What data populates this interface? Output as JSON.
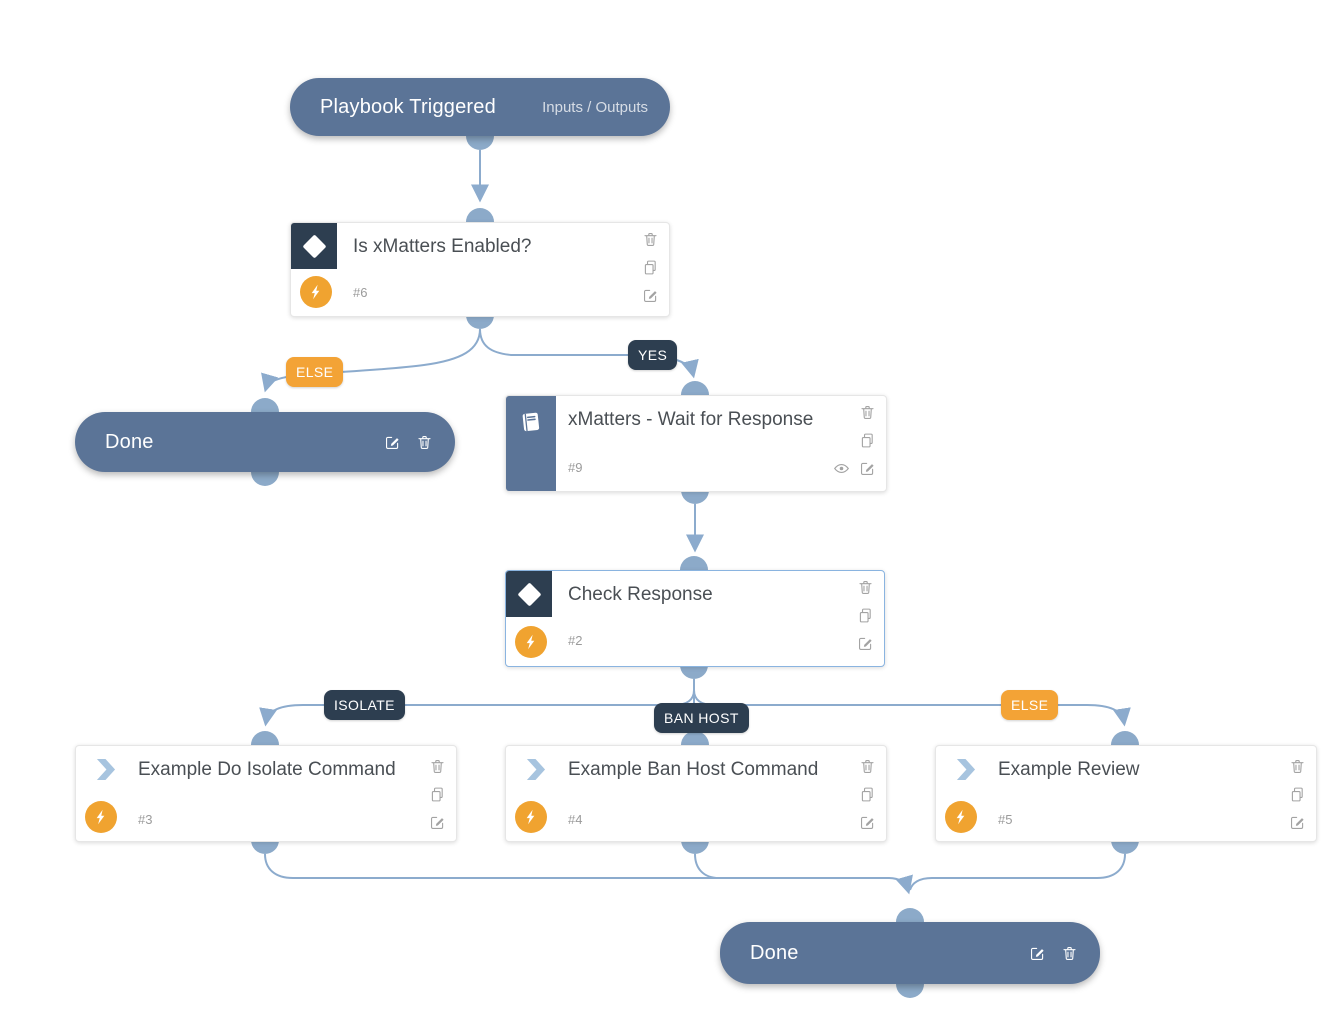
{
  "nodes": {
    "start": {
      "title": "Playbook Triggered",
      "right_label": "Inputs / Outputs"
    },
    "is_xmatters_enabled": {
      "title": "Is xMatters Enabled?",
      "id": "#6",
      "type": "decision"
    },
    "done_top": {
      "title": "Done"
    },
    "wait_for_response": {
      "title": "xMatters - Wait for Response",
      "id": "#9",
      "type": "playbook"
    },
    "check_response": {
      "title": "Check Response",
      "id": "#2",
      "type": "decision"
    },
    "do_isolate": {
      "title": "Example Do Isolate Command",
      "id": "#3",
      "type": "action"
    },
    "ban_host_cmd": {
      "title": "Example Ban Host Command",
      "id": "#4",
      "type": "action"
    },
    "review": {
      "title": "Example Review",
      "id": "#5",
      "type": "action"
    },
    "done_bottom": {
      "title": "Done"
    }
  },
  "edge_labels": {
    "else_top": "ELSE",
    "yes": "YES",
    "isolate": "ISOLATE",
    "ban_host": "BAN HOST",
    "else_bottom": "ELSE"
  },
  "colors": {
    "pill_slate": "#5b7497",
    "navy": "#2d3e50",
    "badge_orange": "#f3a336",
    "bolt_orange": "#f0a330",
    "edge_blue": "#8cabcd",
    "connector_blue": "#8caac9",
    "chevron_blue": "#a7c4df",
    "selected_border": "#8ab4e0"
  }
}
